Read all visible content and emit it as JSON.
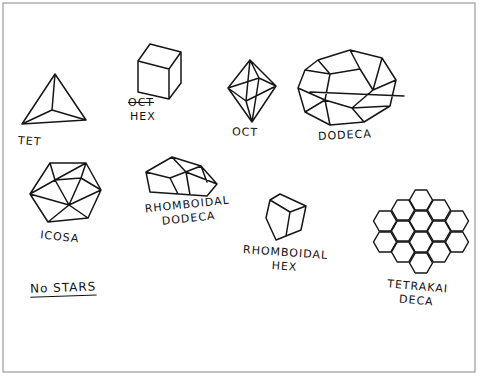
{
  "diagram": {
    "labels": [
      "TET",
      "OCT",
      "HEX",
      "OCT",
      "DODECA",
      "ICOSA",
      "RHOMBOIDAL DODECA",
      "RHOMBOIDAL HEX",
      "TETRAKAI DECA",
      "No STARS"
    ]
  }
}
